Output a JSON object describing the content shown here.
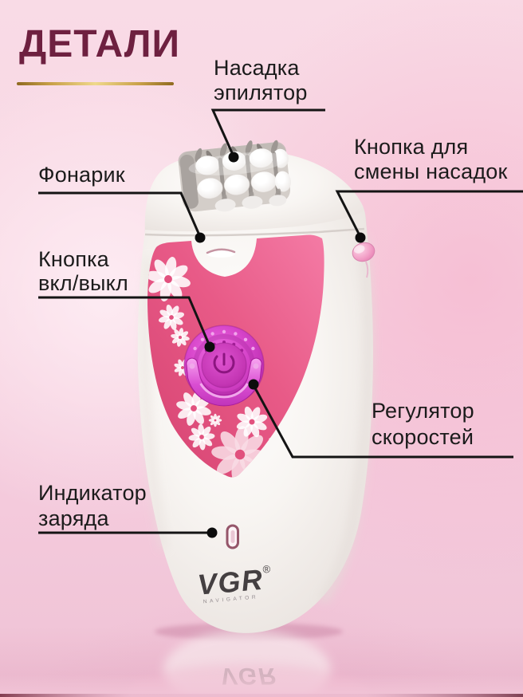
{
  "title": "ДЕТАЛИ",
  "labels": {
    "attachment": {
      "line1": "Насадка",
      "line2": "эпилятор"
    },
    "change_attachment_button": {
      "line1": "Кнопка для",
      "line2": "смены насадок"
    },
    "flashlight": {
      "line1": "Фонарик"
    },
    "power_button": {
      "line1": "Кнопка",
      "line2": "вкл/выкл"
    },
    "speed_regulator": {
      "line1": "Регулятор",
      "line2": "скоростей"
    },
    "charge_indicator": {
      "line1": "Индикатор",
      "line2": "заряда"
    }
  },
  "brand": {
    "name": "VGR",
    "registered": "®",
    "tagline": "NAVIGATOR"
  },
  "colors": {
    "background_pink": "#f8d7e3",
    "title_burgundy": "#6e2040",
    "gold_accent": "#c9a149",
    "label_text": "#1b1b1b",
    "callout_black": "#141414",
    "device_white": "#f6f3f0",
    "panel_pink": "#e45580",
    "dial_magenta": "#c936bd",
    "lever_magenta": "#e163da",
    "side_button_pink": "#f2a0c6",
    "led_outline": "#95566a",
    "logo_dark": "#443f41"
  }
}
